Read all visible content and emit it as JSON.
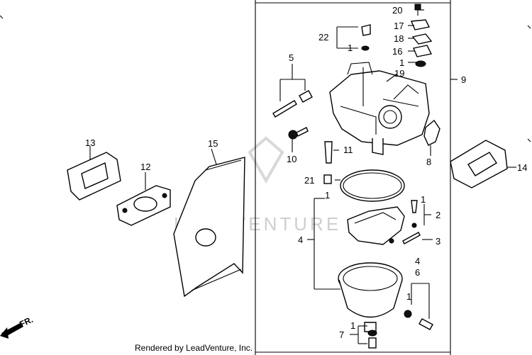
{
  "callouts": [
    {
      "id": "c20",
      "text": "20"
    },
    {
      "id": "c17",
      "text": "17"
    },
    {
      "id": "c22",
      "text": "22"
    },
    {
      "id": "c18",
      "text": "18"
    },
    {
      "id": "c1a",
      "text": "1"
    },
    {
      "id": "c16",
      "text": "16"
    },
    {
      "id": "c5",
      "text": "5"
    },
    {
      "id": "c1b",
      "text": "1"
    },
    {
      "id": "c19",
      "text": "19"
    },
    {
      "id": "c9",
      "text": "9"
    },
    {
      "id": "c13",
      "text": "13"
    },
    {
      "id": "c15",
      "text": "15"
    },
    {
      "id": "c10",
      "text": "10"
    },
    {
      "id": "c11",
      "text": "11"
    },
    {
      "id": "c8",
      "text": "8"
    },
    {
      "id": "c14",
      "text": "14"
    },
    {
      "id": "c12",
      "text": "12"
    },
    {
      "id": "c21",
      "text": "21"
    },
    {
      "id": "c1c",
      "text": "1"
    },
    {
      "id": "c1d",
      "text": "1"
    },
    {
      "id": "c2",
      "text": "2"
    },
    {
      "id": "c4a",
      "text": "4"
    },
    {
      "id": "c3",
      "text": "3"
    },
    {
      "id": "c4b",
      "text": "4"
    },
    {
      "id": "c6",
      "text": "6"
    },
    {
      "id": "c1e",
      "text": "1"
    },
    {
      "id": "c7",
      "text": "7"
    },
    {
      "id": "c1f",
      "text": "1"
    }
  ],
  "front_marker": "FR.",
  "watermark": "LEADVENTURE",
  "footer": "Rendered by LeadVenture, Inc."
}
